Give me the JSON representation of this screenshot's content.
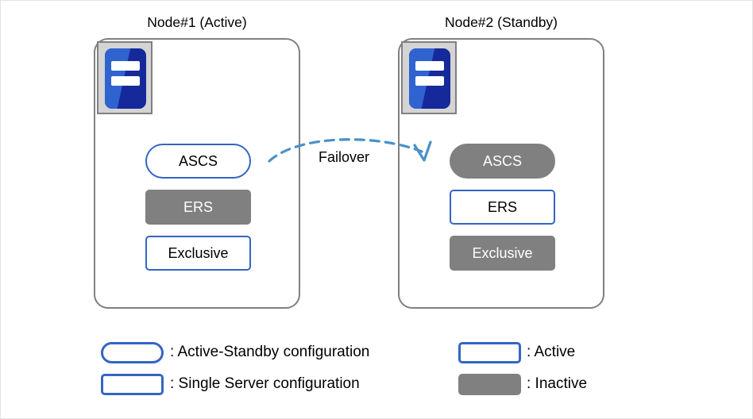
{
  "diagram": {
    "title_left": "Node#1 (Active)",
    "title_right": "Node#2 (Standby)",
    "failover_label": "Failover",
    "colors": {
      "active_border": "#3465c4",
      "inactive_fill": "#808080",
      "node_border": "#808080",
      "arrow": "#4a90c9",
      "icon_blue_dark": "#16299b",
      "icon_blue_light": "#2f63cf"
    }
  },
  "nodes": [
    {
      "name": "node-1",
      "title": "Node#1 (Active)",
      "services": [
        {
          "label": "ASCS",
          "shape": "pill",
          "state": "active"
        },
        {
          "label": "ERS",
          "shape": "rect",
          "state": "inactive"
        },
        {
          "label": "Exclusive",
          "shape": "rect",
          "state": "active"
        }
      ]
    },
    {
      "name": "node-2",
      "title": "Node#2 (Standby)",
      "services": [
        {
          "label": "ASCS",
          "shape": "pill",
          "state": "inactive"
        },
        {
          "label": "ERS",
          "shape": "rect",
          "state": "active"
        },
        {
          "label": "Exclusive",
          "shape": "rect",
          "state": "inactive"
        }
      ]
    }
  ],
  "legend": {
    "left": [
      {
        "shape": "pill",
        "style": "outline",
        "text": ": Active-Standby configuration"
      },
      {
        "shape": "rect",
        "style": "outline",
        "text": ": Single Server configuration"
      }
    ],
    "right": [
      {
        "shape": "rect",
        "style": "outline",
        "text": ": Active"
      },
      {
        "shape": "rect",
        "style": "filled",
        "text": ": Inactive"
      }
    ]
  }
}
